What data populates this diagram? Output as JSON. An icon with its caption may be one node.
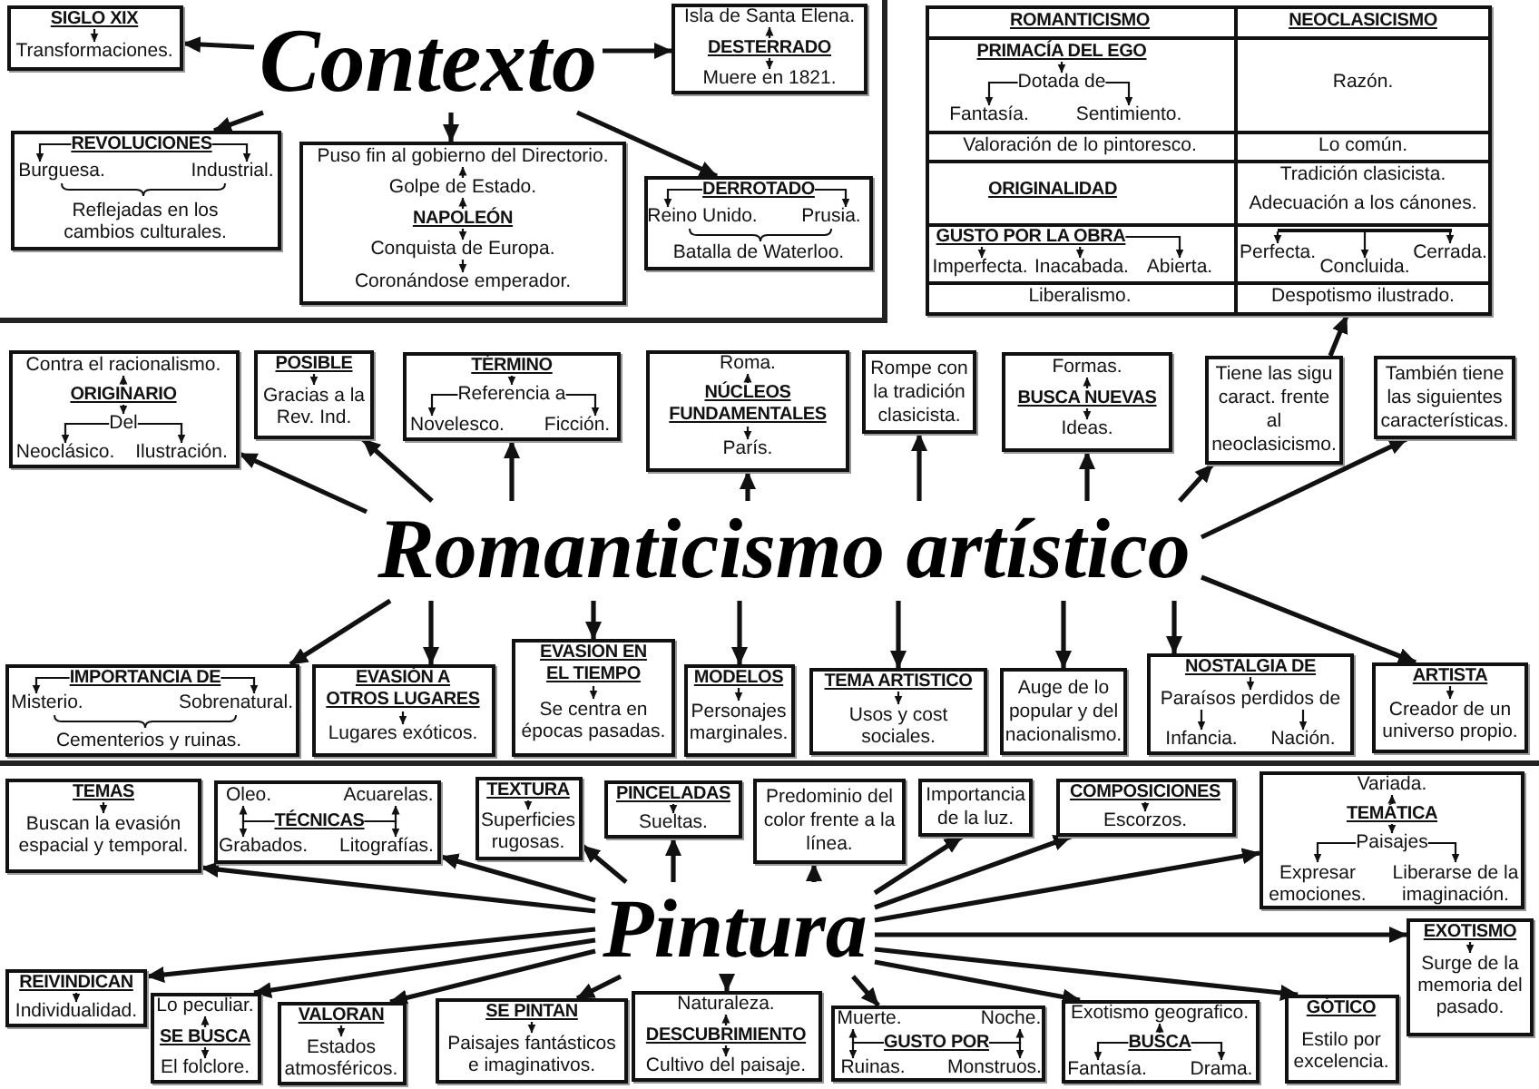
{
  "diagram": {
    "nodes": [
      {
        "text": [
          "Contexto"
        ]
      },
      {
        "text": [],
        "shape": "box"
      },
      {
        "text": [
          "SIGLO XIX"
        ],
        "in": 1
      },
      {
        "text": [
          "Transformaciones."
        ],
        "in": 1
      },
      {
        "text": [],
        "shape": "box"
      },
      {
        "text": [
          "Isla de Santa Elena."
        ],
        "in": 4
      },
      {
        "text": [
          "DESTERRADO"
        ],
        "in": 4
      },
      {
        "text": [
          "Muere en 1821."
        ],
        "in": 4
      },
      {
        "text": [
          "Reflejadas en los cambios culturales."
        ]
      },
      {
        "text": [
          "REVOLUCIONES"
        ],
        "in": 8
      },
      {
        "text": [
          "Burguesa."
        ],
        "in": 8
      },
      {
        "text": [
          "Industrial."
        ],
        "in": 8
      },
      {
        "text": [],
        "shape": "box"
      },
      {
        "text": [
          "Puso fin al gobierno del Directorio."
        ],
        "in": 12
      },
      {
        "text": [
          "Golpe de Estado."
        ],
        "in": 12
      },
      {
        "text": [
          "NAPOLEÓN"
        ],
        "in": 12
      },
      {
        "text": [
          "Conquista de Europa."
        ],
        "in": 12
      },
      {
        "text": [
          "Coronándose emperador."
        ],
        "in": 12
      },
      {
        "text": [
          "Batalla de Waterloo."
        ]
      },
      {
        "text": [
          "DERROTADO"
        ],
        "in": 18
      },
      {
        "text": [
          "Reino Unido."
        ],
        "in": 18
      },
      {
        "text": [
          "Prusia."
        ],
        "in": 18
      },
      {
        "text": [
          "ROMANTICISMO",
          "NEOCLASICISMO",
          "Razón.",
          "Valoración de lo pintoresco.",
          "Lo común.",
          "ORIGINALIDAD",
          "Tradición clasicista.",
          "Adecuación a los cánones.",
          "Liberalismo.",
          "Despotismo ilustrado."
        ]
      },
      {
        "text": [
          "PRIMACÍA DEL EGO"
        ],
        "in": 22
      },
      {
        "text": [
          "Dotada de"
        ],
        "in": 22
      },
      {
        "text": [
          "Fantasía."
        ],
        "in": 22
      },
      {
        "text": [
          "Sentimiento."
        ],
        "in": 22
      },
      {
        "text": [
          "GUSTO POR LA OBRA"
        ],
        "in": 22
      },
      {
        "text": [
          "Imperfecta."
        ],
        "in": 22
      },
      {
        "text": [
          "Inacabada."
        ],
        "in": 22
      },
      {
        "text": [
          "Abierta."
        ],
        "in": 22
      },
      {
        "text": [
          "Perfecta."
        ],
        "in": 22
      },
      {
        "text": [
          "Concluida."
        ],
        "in": 22
      },
      {
        "text": [
          "Cerrada."
        ],
        "in": 22
      },
      {
        "text": [
          "Romanticismo artístico"
        ]
      },
      {
        "text": [],
        "shape": "box"
      },
      {
        "text": [
          "Contra el racionalismo."
        ],
        "in": 35
      },
      {
        "text": [
          "ORIGINARIO"
        ],
        "in": 35
      },
      {
        "text": [
          "Del"
        ],
        "in": 35
      },
      {
        "text": [
          "Neoclásico."
        ],
        "in": 35
      },
      {
        "text": [
          "Ilustración."
        ],
        "in": 35
      },
      {
        "text": [],
        "shape": "box"
      },
      {
        "text": [
          "POSIBLE"
        ],
        "in": 41
      },
      {
        "text": [
          "Gracias a la Rev. Ind."
        ],
        "in": 41
      },
      {
        "text": [],
        "shape": "box"
      },
      {
        "text": [
          "TÉRMINO"
        ],
        "in": 44
      },
      {
        "text": [
          "Referencia a"
        ],
        "in": 44
      },
      {
        "text": [
          "Novelesco."
        ],
        "in": 44
      },
      {
        "text": [
          "Ficción."
        ],
        "in": 44
      },
      {
        "text": [],
        "shape": "box"
      },
      {
        "text": [
          "Roma."
        ],
        "in": 49
      },
      {
        "text": [
          "NÚCLEOS FUNDAMENTALES"
        ],
        "in": 49
      },
      {
        "text": [
          "París."
        ],
        "in": 49
      },
      {
        "text": [
          "Rompe con la tradición clasicista."
        ]
      },
      {
        "text": [],
        "shape": "box"
      },
      {
        "text": [
          "Formas."
        ],
        "in": 54
      },
      {
        "text": [
          "BUSCA NUEVAS"
        ],
        "in": 54
      },
      {
        "text": [
          "Ideas."
        ],
        "in": 54
      },
      {
        "text": [
          "Tiene las sigu caract. frente al neoclasicismo."
        ]
      },
      {
        "text": [
          "También tiene las siguientes características."
        ]
      },
      {
        "text": [
          "Cementerios y ruinas."
        ]
      },
      {
        "text": [
          "IMPORTANCIA DE"
        ],
        "in": 60
      },
      {
        "text": [
          "Misterio."
        ],
        "in": 60
      },
      {
        "text": [
          "Sobrenatural."
        ],
        "in": 60
      },
      {
        "text": [],
        "shape": "box"
      },
      {
        "text": [
          "EVASIÓN A OTROS LUGARES"
        ],
        "in": 64
      },
      {
        "text": [
          "Lugares exóticos."
        ],
        "in": 64
      },
      {
        "text": [],
        "shape": "box"
      },
      {
        "text": [
          "EVASION EN EL TIEMPO"
        ],
        "in": 67
      },
      {
        "text": [
          "Se centra en épocas pasadas."
        ],
        "in": 67
      },
      {
        "text": [],
        "shape": "box"
      },
      {
        "text": [
          "MODELOS"
        ],
        "in": 70
      },
      {
        "text": [
          "Personajes marginales."
        ],
        "in": 70
      },
      {
        "text": [],
        "shape": "box"
      },
      {
        "text": [
          "TEMA ARTISTICO"
        ],
        "in": 73
      },
      {
        "text": [
          "Usos y cost sociales."
        ],
        "in": 73
      },
      {
        "text": [
          "Auge de lo popular y del nacionalismo."
        ]
      },
      {
        "text": [],
        "shape": "box"
      },
      {
        "text": [
          "NOSTALGIA DE"
        ],
        "in": 77
      },
      {
        "text": [
          "Paraísos perdidos de"
        ],
        "in": 77
      },
      {
        "text": [
          "Infancia."
        ],
        "in": 77
      },
      {
        "text": [
          "Nación."
        ],
        "in": 77
      },
      {
        "text": [],
        "shape": "box"
      },
      {
        "text": [
          "ARTISTA"
        ],
        "in": 82
      },
      {
        "text": [
          "Creador de un universo propio."
        ],
        "in": 82
      },
      {
        "text": [
          "Pintura"
        ]
      },
      {
        "text": [],
        "shape": "box"
      },
      {
        "text": [
          "TEMAS"
        ],
        "in": 86
      },
      {
        "text": [
          "Buscan la evasión espacial y temporal."
        ],
        "in": 86
      },
      {
        "text": [],
        "shape": "box"
      },
      {
        "text": [
          "Oleo."
        ],
        "in": 89
      },
      {
        "text": [
          "Acuarelas."
        ],
        "in": 89
      },
      {
        "text": [
          "TÉCNICAS"
        ],
        "in": 89
      },
      {
        "text": [
          "Grabados."
        ],
        "in": 89
      },
      {
        "text": [
          "Litografías."
        ],
        "in": 89
      },
      {
        "text": [],
        "shape": "box"
      },
      {
        "text": [
          "TEXTURA"
        ],
        "in": 95
      },
      {
        "text": [
          "Superficies rugosas."
        ],
        "in": 95
      },
      {
        "text": [],
        "shape": "box"
      },
      {
        "text": [
          "PINCELADAS"
        ],
        "in": 98
      },
      {
        "text": [
          "Sueltas."
        ],
        "in": 98
      },
      {
        "text": [
          "Predominio del color frente a la línea."
        ]
      },
      {
        "text": [
          "Importancia de la luz."
        ]
      },
      {
        "text": [],
        "shape": "box"
      },
      {
        "text": [
          "COMPOSICIONES"
        ],
        "in": 103
      },
      {
        "text": [
          "Escorzos."
        ],
        "in": 103
      },
      {
        "text": [],
        "shape": "box"
      },
      {
        "text": [
          "Variada."
        ],
        "in": 106
      },
      {
        "text": [
          "TEMÁTICA"
        ],
        "in": 106
      },
      {
        "text": [
          "Paisajes"
        ],
        "in": 106
      },
      {
        "text": [
          "Expresar emociones."
        ],
        "in": 106
      },
      {
        "text": [
          "Liberarse de la imaginación."
        ],
        "in": 106
      },
      {
        "text": [],
        "shape": "box"
      },
      {
        "text": [
          "EXOTISMO"
        ],
        "in": 112
      },
      {
        "text": [
          "Surge de la memoria del pasado."
        ],
        "in": 112
      },
      {
        "text": [],
        "shape": "box"
      },
      {
        "text": [
          "REIVINDICAN"
        ],
        "in": 115
      },
      {
        "text": [
          "Individualidad."
        ],
        "in": 115
      },
      {
        "text": [],
        "shape": "box"
      },
      {
        "text": [
          "Lo peculiar."
        ],
        "in": 118
      },
      {
        "text": [
          "SE BUSCA"
        ],
        "in": 118
      },
      {
        "text": [
          "El folclore."
        ],
        "in": 118
      },
      {
        "text": [],
        "shape": "box"
      },
      {
        "text": [
          "VALORAN"
        ],
        "in": 122
      },
      {
        "text": [
          "Estados atmosféricos."
        ],
        "in": 122
      },
      {
        "text": [],
        "shape": "box"
      },
      {
        "text": [
          "SE PINTAN"
        ],
        "in": 125
      },
      {
        "text": [
          "Paisajes fantásticos e imaginativos."
        ],
        "in": 125
      },
      {
        "text": [],
        "shape": "box"
      },
      {
        "text": [
          "Naturaleza."
        ],
        "in": 128
      },
      {
        "text": [
          "DESCUBRIMIENTO"
        ],
        "in": 128
      },
      {
        "text": [
          "Cultivo del paisaje."
        ],
        "in": 128
      },
      {
        "text": [],
        "shape": "box"
      },
      {
        "text": [
          "Muerte."
        ],
        "in": 132
      },
      {
        "text": [
          "Noche."
        ],
        "in": 132
      },
      {
        "text": [
          "GUSTO POR"
        ],
        "in": 132
      },
      {
        "text": [
          "Ruinas."
        ],
        "in": 132
      },
      {
        "text": [
          "Monstruos."
        ],
        "in": 132
      },
      {
        "text": [],
        "shape": "box"
      },
      {
        "text": [
          "Exotismo geografico."
        ],
        "in": 138
      },
      {
        "text": [
          "BUSCA"
        ],
        "in": 138
      },
      {
        "text": [
          "Fantasía."
        ],
        "in": 138
      },
      {
        "text": [
          "Drama."
        ],
        "in": 138
      },
      {
        "text": [],
        "shape": "box"
      },
      {
        "text": [
          "GÓTICO"
        ],
        "in": 143
      },
      {
        "text": [
          "Estilo por excelencia."
        ],
        "in": 143
      },
      {
        "text": [],
        "shape": "bar",
        "in": 22
      }
    ],
    "edges": [
      {
        "from": 0,
        "to": 1,
        "arrow": "to",
        "style": "thick"
      },
      {
        "from": 0,
        "to": 4,
        "arrow": "to",
        "style": "thick"
      },
      {
        "from": 0,
        "to": 8,
        "arrow": "to",
        "style": "thick"
      },
      {
        "from": 0,
        "to": 12,
        "arrow": "to",
        "style": "thick"
      },
      {
        "from": 0,
        "to": 18,
        "arrow": "to",
        "style": "thick"
      },
      {
        "from": 2,
        "to": 3,
        "arrow": "to"
      },
      {
        "from": 6,
        "to": 5,
        "arrow": "to"
      },
      {
        "from": 6,
        "to": 7,
        "arrow": "to"
      },
      {
        "from": 9,
        "to": 10,
        "arrow": "to"
      },
      {
        "from": 9,
        "to": 11,
        "arrow": "to"
      },
      {
        "from": 15,
        "to": 14,
        "arrow": "to"
      },
      {
        "from": 14,
        "to": 13,
        "arrow": "to"
      },
      {
        "from": 15,
        "to": 16,
        "arrow": "to"
      },
      {
        "from": 16,
        "to": 17,
        "arrow": "to"
      },
      {
        "from": 19,
        "to": 20,
        "arrow": "to"
      },
      {
        "from": 19,
        "to": 21,
        "arrow": "to"
      },
      {
        "from": 23,
        "to": 24,
        "arrow": "to"
      },
      {
        "from": 24,
        "to": 25,
        "arrow": "to"
      },
      {
        "from": 24,
        "to": 26,
        "arrow": "to"
      },
      {
        "from": 27,
        "to": 28,
        "arrow": "to"
      },
      {
        "from": 27,
        "to": 29,
        "arrow": "to"
      },
      {
        "from": 27,
        "to": 30,
        "arrow": "to"
      },
      {
        "from": 146,
        "to": 31,
        "arrow": "to"
      },
      {
        "from": 146,
        "to": 32,
        "arrow": "to"
      },
      {
        "from": 146,
        "to": 33,
        "arrow": "to"
      },
      {
        "from": 34,
        "to": 35,
        "arrow": "to",
        "style": "thick"
      },
      {
        "from": 34,
        "to": 41,
        "arrow": "to",
        "style": "thick"
      },
      {
        "from": 34,
        "to": 44,
        "arrow": "to",
        "style": "thick"
      },
      {
        "from": 34,
        "to": 49,
        "arrow": "to",
        "style": "thick"
      },
      {
        "from": 34,
        "to": 53,
        "arrow": "to",
        "style": "thick"
      },
      {
        "from": 34,
        "to": 54,
        "arrow": "to",
        "style": "thick"
      },
      {
        "from": 34,
        "to": 58,
        "arrow": "to",
        "style": "thick"
      },
      {
        "from": 34,
        "to": 59,
        "arrow": "to",
        "style": "thick"
      },
      {
        "from": 58,
        "to": 22,
        "arrow": "to",
        "style": "thick"
      },
      {
        "from": 34,
        "to": 60,
        "arrow": "to",
        "style": "thick"
      },
      {
        "from": 34,
        "to": 64,
        "arrow": "to",
        "style": "thick"
      },
      {
        "from": 34,
        "to": 67,
        "arrow": "to",
        "style": "thick"
      },
      {
        "from": 34,
        "to": 70,
        "arrow": "to",
        "style": "thick"
      },
      {
        "from": 34,
        "to": 73,
        "arrow": "to",
        "style": "thick"
      },
      {
        "from": 34,
        "to": 76,
        "arrow": "to",
        "style": "thick"
      },
      {
        "from": 34,
        "to": 77,
        "arrow": "to",
        "style": "thick"
      },
      {
        "from": 34,
        "to": 82,
        "arrow": "to",
        "style": "thick"
      },
      {
        "from": 37,
        "to": 36,
        "arrow": "to"
      },
      {
        "from": 37,
        "to": 38,
        "arrow": "to"
      },
      {
        "from": 38,
        "to": 39,
        "arrow": "to"
      },
      {
        "from": 38,
        "to": 40,
        "arrow": "to"
      },
      {
        "from": 42,
        "to": 43,
        "arrow": "to"
      },
      {
        "from": 45,
        "to": 46,
        "arrow": "to"
      },
      {
        "from": 46,
        "to": 47,
        "arrow": "to"
      },
      {
        "from": 46,
        "to": 48,
        "arrow": "to"
      },
      {
        "from": 51,
        "to": 50,
        "arrow": "to"
      },
      {
        "from": 51,
        "to": 52,
        "arrow": "to"
      },
      {
        "from": 56,
        "to": 55,
        "arrow": "to"
      },
      {
        "from": 56,
        "to": 57,
        "arrow": "to"
      },
      {
        "from": 61,
        "to": 62,
        "arrow": "to"
      },
      {
        "from": 61,
        "to": 63,
        "arrow": "to"
      },
      {
        "from": 65,
        "to": 66,
        "arrow": "to"
      },
      {
        "from": 68,
        "to": 69,
        "arrow": "to"
      },
      {
        "from": 71,
        "to": 72,
        "arrow": "to"
      },
      {
        "from": 74,
        "to": 75,
        "arrow": "to"
      },
      {
        "from": 78,
        "to": 79,
        "arrow": "to"
      },
      {
        "from": 79,
        "to": 80,
        "arrow": "to"
      },
      {
        "from": 79,
        "to": 81,
        "arrow": "to"
      },
      {
        "from": 83,
        "to": 84,
        "arrow": "to"
      },
      {
        "from": 85,
        "to": 86,
        "arrow": "to",
        "style": "thick"
      },
      {
        "from": 85,
        "to": 89,
        "arrow": "to",
        "style": "thick"
      },
      {
        "from": 85,
        "to": 95,
        "arrow": "to",
        "style": "thick"
      },
      {
        "from": 85,
        "to": 98,
        "arrow": "to",
        "style": "thick"
      },
      {
        "from": 85,
        "to": 101,
        "arrow": "to",
        "style": "thick"
      },
      {
        "from": 85,
        "to": 102,
        "arrow": "to",
        "style": "thick"
      },
      {
        "from": 85,
        "to": 103,
        "arrow": "to",
        "style": "thick"
      },
      {
        "from": 85,
        "to": 106,
        "arrow": "to",
        "style": "thick"
      },
      {
        "from": 85,
        "to": 112,
        "arrow": "to",
        "style": "thick"
      },
      {
        "from": 85,
        "to": 143,
        "arrow": "to",
        "style": "thick"
      },
      {
        "from": 85,
        "to": 138,
        "arrow": "to",
        "style": "thick"
      },
      {
        "from": 85,
        "to": 132,
        "arrow": "to",
        "style": "thick"
      },
      {
        "from": 85,
        "to": 128,
        "arrow": "to",
        "style": "thick"
      },
      {
        "from": 85,
        "to": 125,
        "arrow": "to",
        "style": "thick"
      },
      {
        "from": 85,
        "to": 122,
        "arrow": "to",
        "style": "thick"
      },
      {
        "from": 85,
        "to": 118,
        "arrow": "to",
        "style": "thick"
      },
      {
        "from": 85,
        "to": 115,
        "arrow": "to",
        "style": "thick"
      },
      {
        "from": 87,
        "to": 88,
        "arrow": "to"
      },
      {
        "from": 92,
        "to": 90,
        "arrow": "to"
      },
      {
        "from": 92,
        "to": 93,
        "arrow": "to"
      },
      {
        "from": 92,
        "to": 91,
        "arrow": "to"
      },
      {
        "from": 92,
        "to": 94,
        "arrow": "to"
      },
      {
        "from": 96,
        "to": 97,
        "arrow": "to"
      },
      {
        "from": 99,
        "to": 100,
        "arrow": "to"
      },
      {
        "from": 104,
        "to": 105,
        "arrow": "to"
      },
      {
        "from": 108,
        "to": 107,
        "arrow": "to"
      },
      {
        "from": 108,
        "to": 109,
        "arrow": "to"
      },
      {
        "from": 109,
        "to": 110,
        "arrow": "to"
      },
      {
        "from": 109,
        "to": 111,
        "arrow": "to"
      },
      {
        "from": 113,
        "to": 114,
        "arrow": "to"
      },
      {
        "from": 116,
        "to": 117,
        "arrow": "to"
      },
      {
        "from": 120,
        "to": 119,
        "arrow": "to"
      },
      {
        "from": 120,
        "to": 121,
        "arrow": "to"
      },
      {
        "from": 123,
        "to": 124,
        "arrow": "to"
      },
      {
        "from": 126,
        "to": 127,
        "arrow": "to"
      },
      {
        "from": 130,
        "to": 129,
        "arrow": "to"
      },
      {
        "from": 130,
        "to": 131,
        "arrow": "to"
      },
      {
        "from": 135,
        "to": 133,
        "arrow": "to"
      },
      {
        "from": 135,
        "to": 136,
        "arrow": "to"
      },
      {
        "from": 135,
        "to": 134,
        "arrow": "to"
      },
      {
        "from": 135,
        "to": 137,
        "arrow": "to"
      },
      {
        "from": 140,
        "to": 139,
        "arrow": "to"
      },
      {
        "from": 140,
        "to": 141,
        "arrow": "to"
      },
      {
        "from": 140,
        "to": 142,
        "arrow": "to"
      }
    ]
  }
}
